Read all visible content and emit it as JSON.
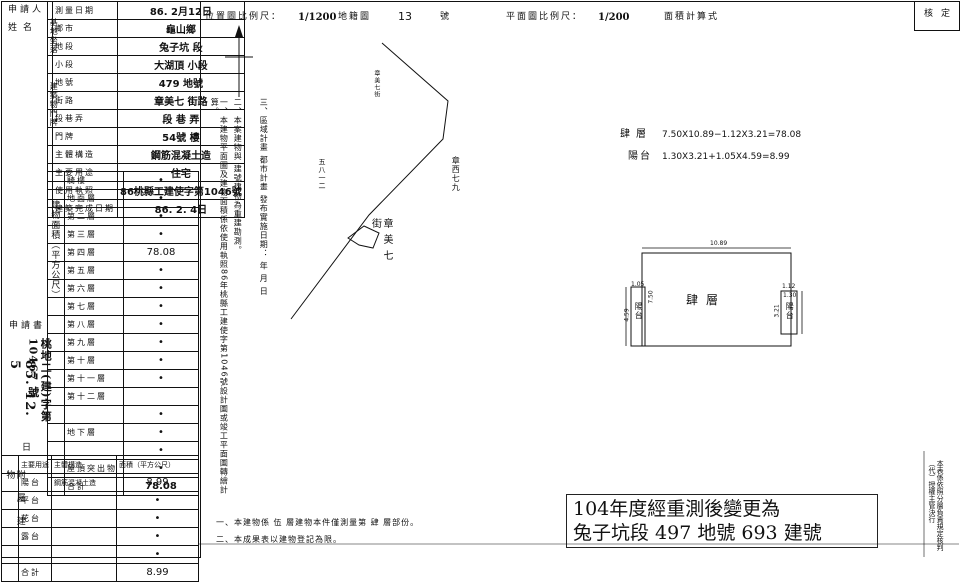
{
  "left_panel": {
    "applicant_label": "申請人",
    "name_label": "姓名",
    "rows": [
      {
        "label": "測量日期",
        "value": "86. 2月12日"
      },
      {
        "label": "鄉市",
        "value": "龜山鄉"
      },
      {
        "label": "地段",
        "value": "兔子坑 段"
      },
      {
        "label": "小段",
        "value": "大湖頂 小段"
      },
      {
        "label": "地號",
        "value": "479 地號"
      },
      {
        "label": "街路",
        "value": "章美七 街路"
      },
      {
        "label": "段巷弄",
        "value": "段 巷 弄"
      },
      {
        "label": "門牌",
        "value": "54號 樓"
      },
      {
        "label": "主體構造",
        "value": "鋼筋混凝土造"
      },
      {
        "label": "主要用途",
        "value": "住宅"
      },
      {
        "label": "使用執照",
        "value": "86桃縣工建使字第1046號"
      },
      {
        "label": "建築完成日期",
        "value": "86. 2. 4日"
      }
    ],
    "group_labels": {
      "building": "建築物門牌",
      "lot": "基地坐落",
      "area": "建物面積（平方公尺）"
    },
    "floors": [
      {
        "label": "騎樓",
        "value": "•"
      },
      {
        "label": "地面層",
        "value": "•"
      },
      {
        "label": "第二層",
        "value": "•"
      },
      {
        "label": "第三層",
        "value": "•"
      },
      {
        "label": "第四層",
        "value": "78.08"
      },
      {
        "label": "第五層",
        "value": "•"
      },
      {
        "label": "第六層",
        "value": "•"
      },
      {
        "label": "第七層",
        "value": "•"
      },
      {
        "label": "第八層",
        "value": "•"
      },
      {
        "label": "第九層",
        "value": "•"
      },
      {
        "label": "第十層",
        "value": "•"
      },
      {
        "label": "第十一層",
        "value": "•"
      },
      {
        "label": "第十二層",
        "value": ""
      },
      {
        "label": "",
        "value": "•"
      },
      {
        "label": "地下層",
        "value": "•"
      },
      {
        "label": "",
        "value": "•"
      },
      {
        "label": "屋頂突出物",
        "value": "•"
      }
    ],
    "total_label": "合計",
    "total_value": "78.08",
    "applicant_date_label": "申請書",
    "applicant_ref": "桃地二(建)字第 10467 號",
    "applicant_date": "85. 12. 5",
    "day_label": "日",
    "attach_header": {
      "use": "主要用途",
      "struct": "主體構造",
      "area": "面積（平方公尺）"
    },
    "attach_side": "附屬建物",
    "attach_rows": [
      {
        "use": "陽台",
        "struct": "鋼筋混凝土造",
        "area": "8.99"
      },
      {
        "use": "平台",
        "struct": "",
        "area": "•"
      },
      {
        "use": "花台",
        "struct": "",
        "area": "•"
      },
      {
        "use": "露台",
        "struct": "",
        "area": "•"
      },
      {
        "use": "",
        "struct": "",
        "area": "•"
      },
      {
        "use": "合計",
        "struct": "",
        "area": "8.99"
      }
    ]
  },
  "header": {
    "location_scale_label": "位置圖比例尺：",
    "location_scale": "1/1200",
    "cadastral_label": "地籍圖",
    "cadastral_no": "13",
    "cadastral_unit": "號",
    "plan_scale_label": "平面圖比例尺：",
    "plan_scale": "1/200",
    "area_calc_label": "面積計算式",
    "verify_label": "核定"
  },
  "notes": {
    "n1": "一、本建物平面圖及建物面積係依使用執照86年桃縣工建使字第1046號設計圖或竣工平面圖轉繪計算。",
    "n2": "二、本案建物與 建號建物為重建勘測。",
    "n3": "三、區域計畫 都市計畫 發布實施日期： 年 月 日",
    "bottom1": "一、本建物係 伍 層建物本件僅測量第 肆 層部份。",
    "bottom2": "二、本成果表以建物登記為限。"
  },
  "map": {
    "road_a": "章美七街",
    "road_b": "五八一二",
    "road_c": "章西七九",
    "road_d": "章美七街"
  },
  "calc": {
    "floor_label": "肆層",
    "floor_formula": "7.50X10.89−1.12X3.21=78.08",
    "balcony_label": "陽台",
    "balcony_formula": "1.30X3.21+1.05X4.59=8.99"
  },
  "plan": {
    "dim_top": "10.89",
    "dim_left": "4.59",
    "dim_left2": "1.05",
    "dim_7_50": "7.50",
    "dim_right": "1.12",
    "dim_right2": "3.21",
    "dim_right3": "1.30",
    "room_label": "肆層",
    "balcony_left": "陽台",
    "balcony_right": "陽台"
  },
  "stamp": {
    "line1": "104年度經重測後變更為",
    "line2": "兔子坑段 497 地號 693 建號"
  },
  "right_edge": {
    "text": "本表係依照分層負責規定核判（代）授權主管決行"
  },
  "colors": {
    "ink": "#111111",
    "paper": "#ffffff"
  }
}
